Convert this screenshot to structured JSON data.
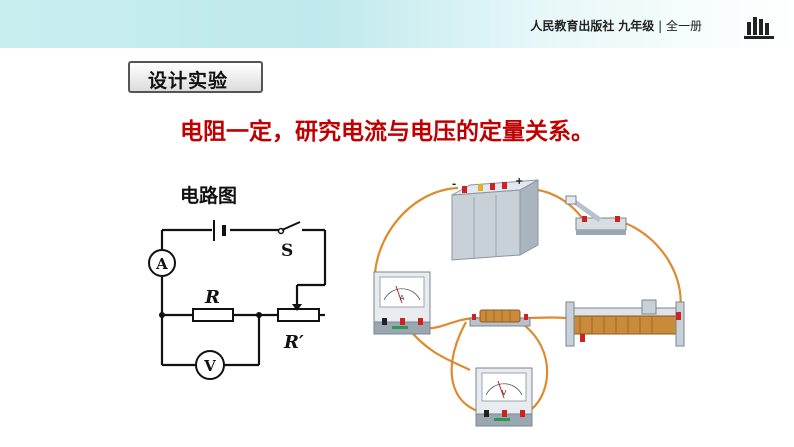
{
  "header": {
    "publisher": "人民教育出版社",
    "grade": "九年级",
    "separator": "|",
    "volume": "全一册"
  },
  "section_tag": "设计实验",
  "headline": "电阻一定，研究电流与电压的定量关系。",
  "circuit": {
    "title": "电路图",
    "switch_label": "S",
    "ammeter_label": "A",
    "voltmeter_label": "V",
    "resistor_label": "R",
    "rheostat_label": "R′"
  },
  "apparatus": {
    "battery_minus": "-",
    "battery_plus": "+",
    "ammeter_letter": "A",
    "voltmeter_letter": "V"
  },
  "colors": {
    "wire": "#e08a2e",
    "headline": "#c00000",
    "header_band": "#c9eef0"
  }
}
